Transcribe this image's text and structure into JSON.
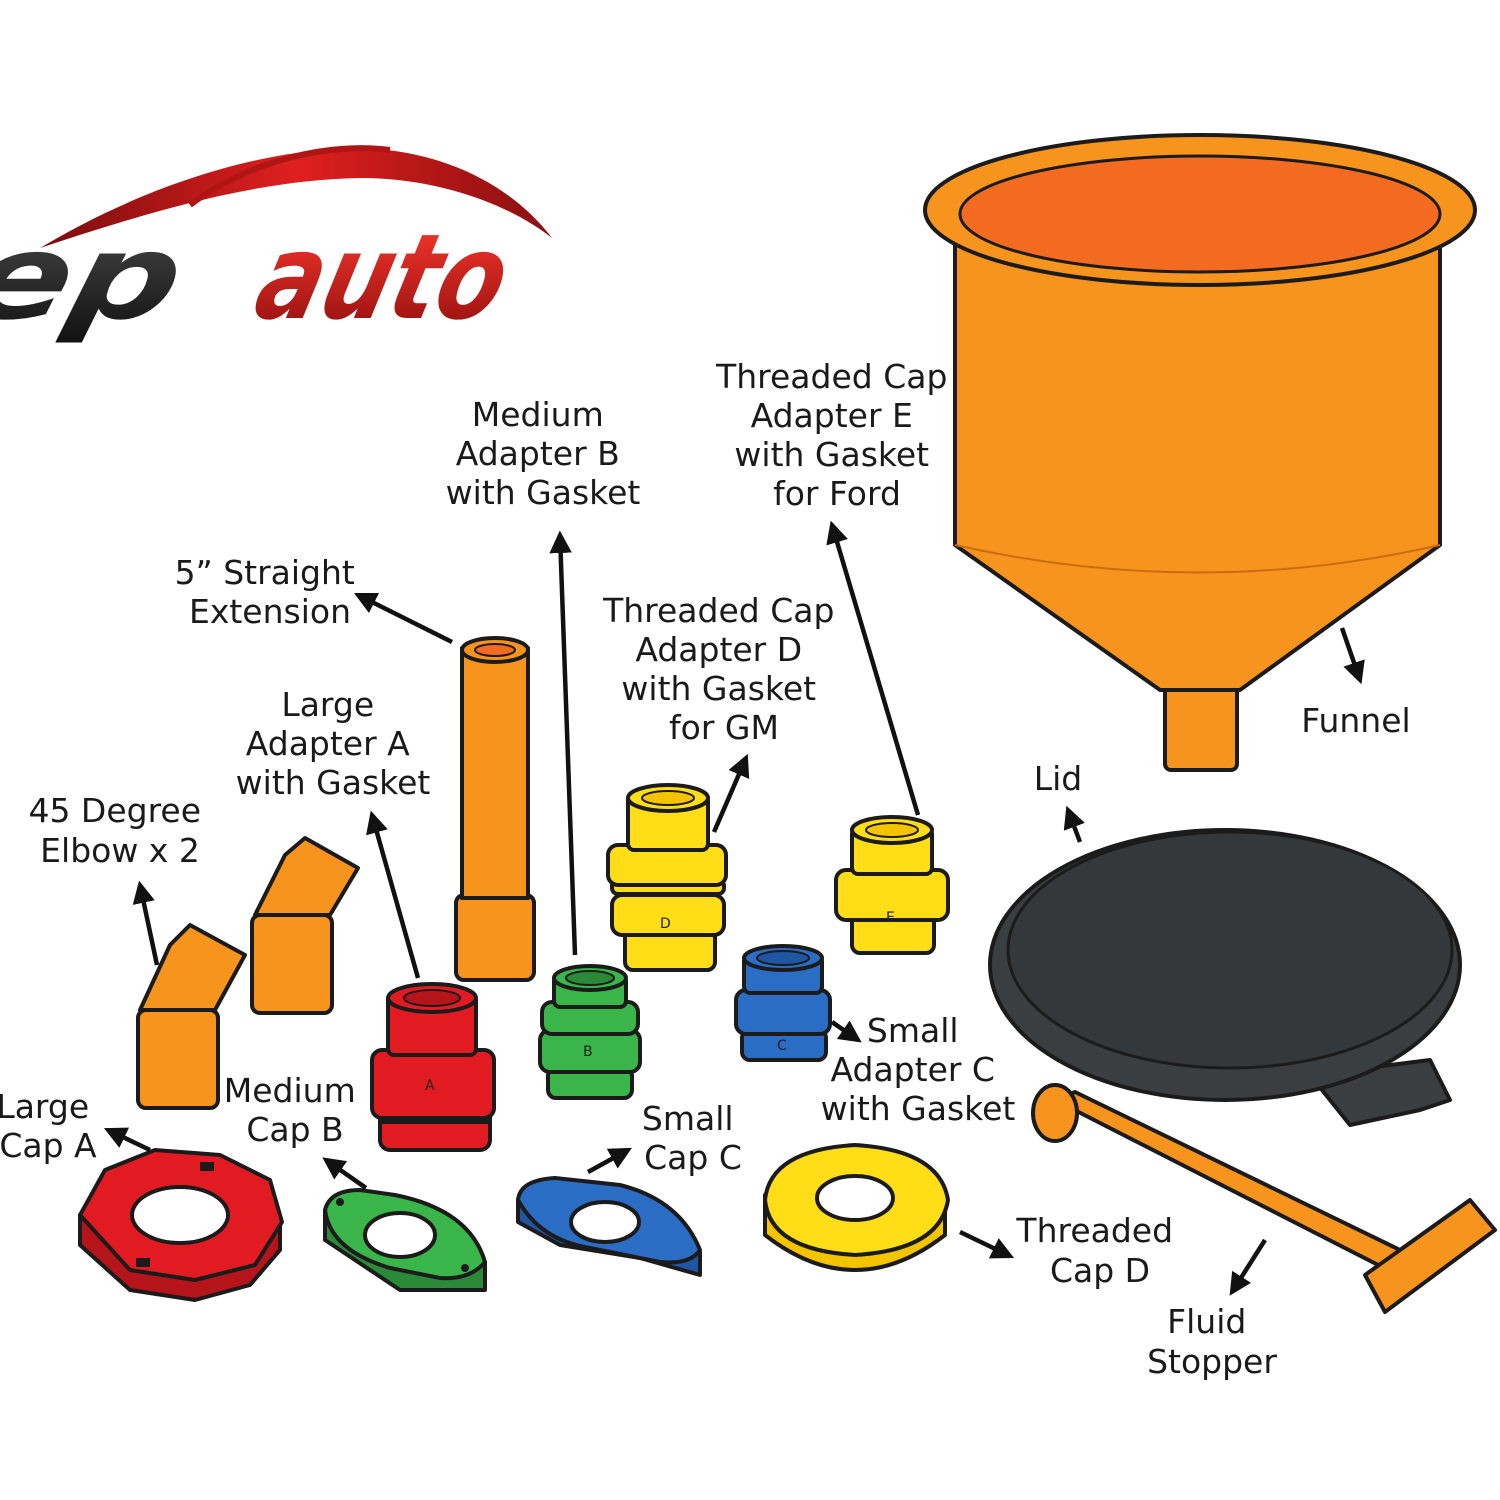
{
  "logo": {
    "text": "epauto",
    "part1": "ep",
    "part2": "auto",
    "red": "#d01c1c",
    "dark": "#232323"
  },
  "colors": {
    "orange": "#f7941d",
    "orange_dark": "#f26b21",
    "yellow": "#ffde17",
    "green": "#39b54a",
    "blue": "#2b6cc4",
    "red": "#e21b23",
    "lid": "#3a3e40"
  },
  "labels": {
    "funnel": [
      "Funnel"
    ],
    "lid": [
      "Lid"
    ],
    "fluid_stopper": [
      "Fluid",
      "Stopper"
    ],
    "threaded_cap_d": [
      "Threaded",
      "Cap D"
    ],
    "small_adapter_c": [
      "Small",
      "Adapter C",
      "with Gasket"
    ],
    "small_cap_c": [
      "Small",
      "Cap C"
    ],
    "medium_cap_b": [
      "Medium",
      "Cap B"
    ],
    "large_cap_a": [
      "Large",
      "Cap A"
    ],
    "elbow": [
      "45 Degree",
      "Elbow x 2"
    ],
    "large_adapter_a": [
      "Large",
      "Adapter A",
      "with Gasket"
    ],
    "straight_extension": [
      "5” Straight",
      "Extension"
    ],
    "medium_adapter_b": [
      "Medium",
      "Adapter B",
      "with Gasket"
    ],
    "adapter_d": [
      "Threaded Cap",
      "Adapter D",
      "with Gasket",
      "for GM"
    ],
    "adapter_e": [
      "Threaded Cap",
      "Adapter E",
      "with Gasket",
      "for Ford"
    ]
  },
  "part_letters": {
    "a": "A",
    "b": "B",
    "c": "C",
    "d": "D",
    "e": "E"
  }
}
